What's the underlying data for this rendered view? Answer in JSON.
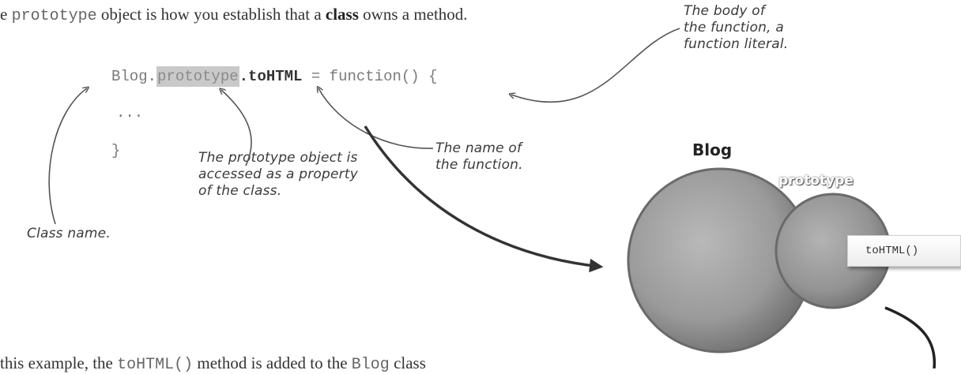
{
  "intro": {
    "pre": "e ",
    "code": "prototype",
    "mid": " object is how you establish that a ",
    "bold": "class",
    "post": " owns a method."
  },
  "code": {
    "class_name": "Blog",
    "dot1": ".",
    "prototype": "prototype",
    "dot2": ".",
    "method": "toHTML",
    "rest": " = function() {",
    "ellipsis": "...",
    "close": "}"
  },
  "annotations": {
    "body_line1": "The body of",
    "body_line2": "the function, a",
    "body_line3": "function literal.",
    "name_line1": "The name of",
    "name_line2": "the function.",
    "proto_line1": "The prototype object is",
    "proto_line2": "accessed as a property",
    "proto_line3": "of the class.",
    "class_name": "Class name."
  },
  "diagram": {
    "class_label": "Blog",
    "prototype_label": "prototype",
    "method_label": "toHTML()"
  },
  "outro": {
    "pre": "this example, the ",
    "code1": "toHTML()",
    "mid": " method is added to the ",
    "code2": "Blog",
    "post": " class"
  },
  "colors": {
    "highlight": "#c9c9c9",
    "circle": "#8a8a8a",
    "arrow": "#333333"
  }
}
